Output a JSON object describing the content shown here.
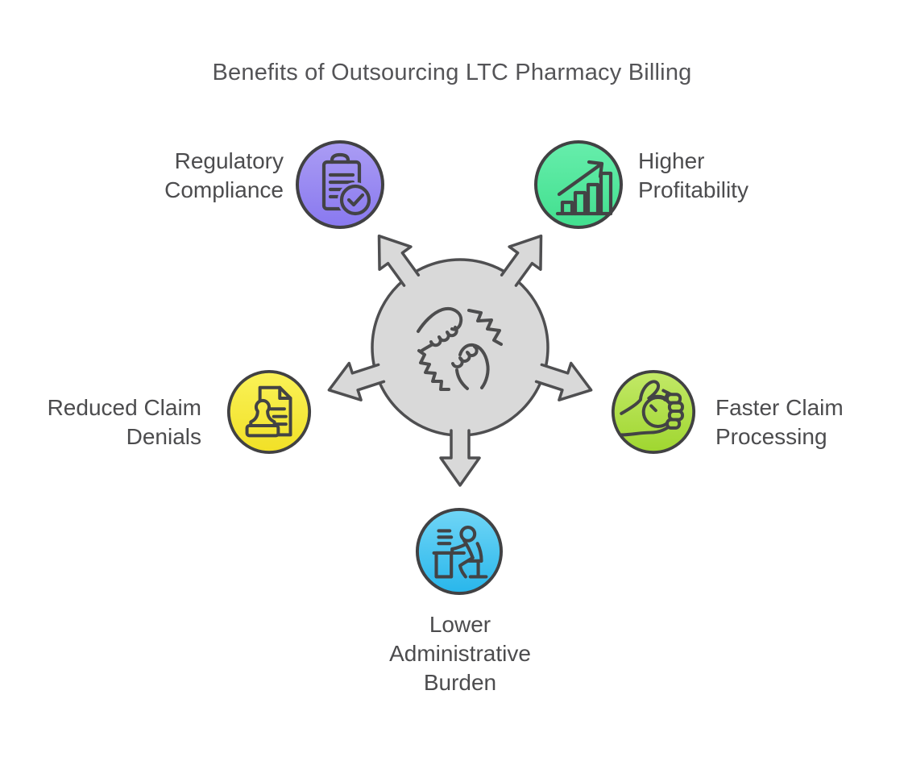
{
  "title": "Benefits of Outsourcing LTC Pharmacy Billing",
  "center": {
    "icon": "fist-bump-icon",
    "circle_fill": "#d9d9d9",
    "outline_color": "#4f4f51",
    "arrow_count": 5
  },
  "benefits": {
    "regulatory_compliance": {
      "label": "Regulatory\nCompliance",
      "icon": "clipboard-check-icon",
      "color_top": "#ab9df4",
      "color_bottom": "#8878ef"
    },
    "higher_profitability": {
      "label": "Higher\nProfitability",
      "icon": "growth-chart-icon",
      "color_top": "#67eeac",
      "color_bottom": "#41df8e"
    },
    "reduced_claim_denials": {
      "label": "Reduced Claim\nDenials",
      "icon": "document-stamp-icon",
      "color_top": "#faf258",
      "color_bottom": "#f1e026"
    },
    "faster_claim_processing": {
      "label": "Faster Claim\nProcessing",
      "icon": "hand-stopwatch-icon",
      "color_top": "#c3e968",
      "color_bottom": "#9fd62f"
    },
    "lower_administrative_burden": {
      "label": "Lower\nAdministrative\nBurden",
      "icon": "person-at-desk-icon",
      "color_top": "#71d6f6",
      "color_bottom": "#28b6eb"
    }
  },
  "text_color": "#4c4c4e",
  "title_color": "#545457"
}
